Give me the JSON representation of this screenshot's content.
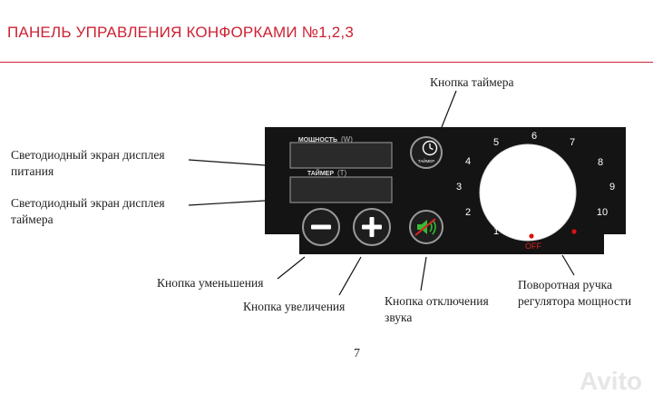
{
  "title": "ПАНЕЛЬ УПРАВЛЕНИЯ  КОНФОРКАМИ №1,2,3",
  "callouts": {
    "timer_button": "Кнопка таймера",
    "power_display_line1": "Светодиодный экран дисплея",
    "power_display_line2": "питания",
    "timer_display_line1": "Светодиодный экран дисплея",
    "timer_display_line2": "таймера",
    "decrease_button": "Кнопка уменьшения",
    "increase_button": "Кнопка увеличения",
    "mute_line1": "Кнопка отключения",
    "mute_line2": "звука",
    "knob_line1": "Поворотная ручка",
    "knob_line2": "регулятора мощности"
  },
  "panel": {
    "power_label": "МОЩНОСТЬ",
    "power_unit": "(W)",
    "timer_label": "ТАЙМЕР",
    "timer_unit": "(T)",
    "timer_icon_text": "ТАЙМЕР",
    "dial_numbers": [
      "1",
      "2",
      "3",
      "4",
      "5",
      "6",
      "7",
      "8",
      "9",
      "10"
    ],
    "off_label": "OFF"
  },
  "page_number": "7",
  "watermark": "Avito"
}
